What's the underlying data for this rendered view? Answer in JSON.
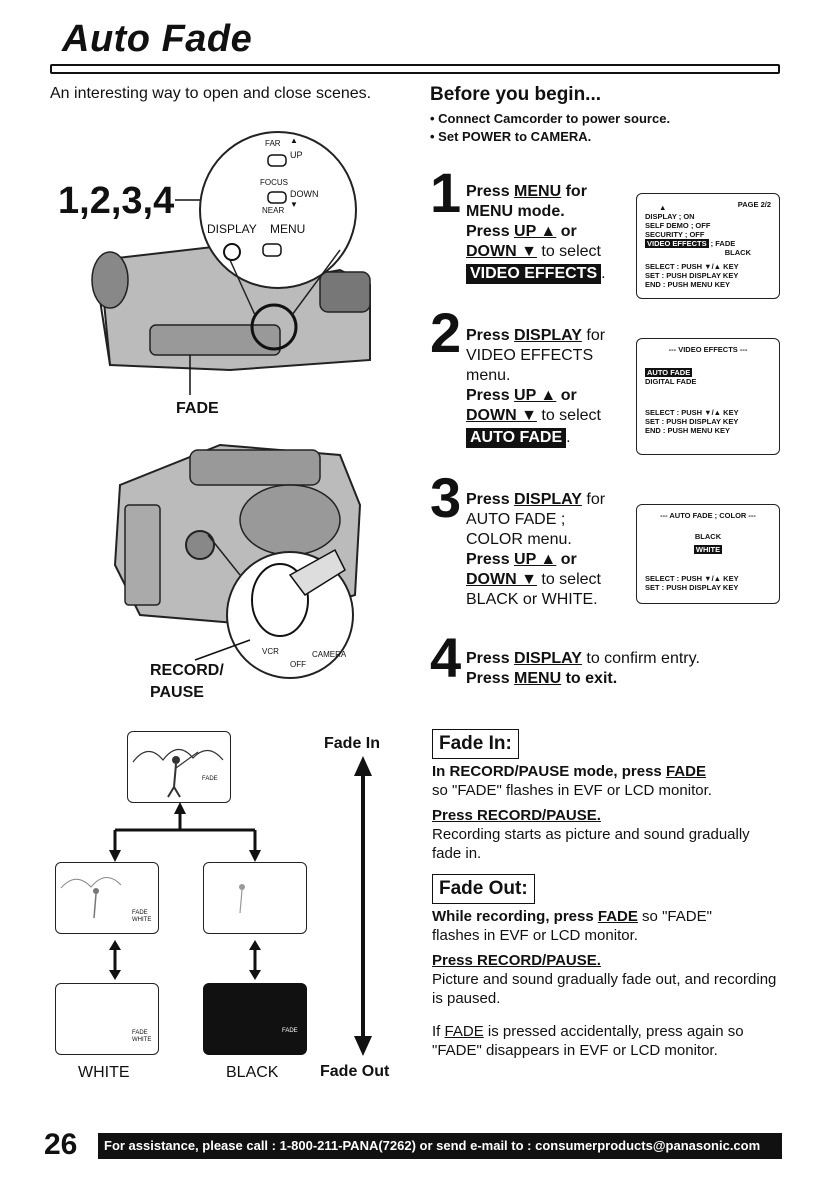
{
  "title": "Auto Fade",
  "intro": "An interesting way to open and close scenes.",
  "camera_labels": {
    "steps": "1,2,3,4",
    "far": "FAR",
    "up": "UP",
    "focus": "FOCUS",
    "down": "DOWN",
    "near": "NEAR",
    "display": "DISPLAY",
    "menu": "MENU",
    "fade": "FADE",
    "record_pause_1": "RECORD/",
    "record_pause_2": "PAUSE",
    "vcr": "VCR",
    "off": "OFF",
    "camera": "CAMERA"
  },
  "before": {
    "heading": "Before you begin...",
    "items": [
      "Connect Camcorder to power source.",
      "Set POWER to CAMERA."
    ]
  },
  "steps": [
    {
      "num": "1",
      "l1a": "Press ",
      "l1b": "MENU",
      "l1c": " for",
      "l2": "MENU mode.",
      "l3a": "Press ",
      "l3b": "UP ▲",
      "l3c": " or",
      "l4a": "DOWN ▼",
      "l4b": " to select",
      "hl": "VIDEO EFFECTS"
    },
    {
      "num": "2",
      "l1a": "Press ",
      "l1b": "DISPLAY",
      "l1c": " for",
      "l2": "VIDEO EFFECTS",
      "l3": "menu.",
      "l4a": "Press ",
      "l4b": "UP ▲",
      "l4c": " or",
      "l5a": "DOWN ▼",
      "l5b": " to select",
      "hl": "AUTO FADE"
    },
    {
      "num": "3",
      "l1a": "Press ",
      "l1b": "DISPLAY",
      "l1c": " for",
      "l2": "AUTO FADE ;",
      "l3": "COLOR menu.",
      "l4a": "Press ",
      "l4b": "UP ▲",
      "l4c": " or",
      "l5a": "DOWN ▼",
      "l5b": " to select",
      "l6": "BLACK or WHITE."
    },
    {
      "num": "4",
      "l1a": "Press ",
      "l1b": "DISPLAY",
      "l1c": " to confirm entry.",
      "l2a": "Press ",
      "l2b": "MENU",
      "l2c": " to exit."
    }
  ],
  "screen1": {
    "page": "PAGE 2/2",
    "arrow": "▲",
    "rows": [
      "DISPLAY      ; ON",
      "SELF DEMO  ; OFF",
      "SECURITY    ; OFF"
    ],
    "hl_item": "VIDEO EFFECTS",
    "hl_val": " ; FADE",
    "val2": "BLACK",
    "foot": [
      "SELECT : PUSH ▼/▲ KEY",
      "SET      : PUSH DISPLAY KEY",
      "END      : PUSH MENU KEY"
    ]
  },
  "screen2": {
    "head": "--- VIDEO EFFECTS ---",
    "hl_item": "AUTO FADE",
    "item2": "DIGITAL FADE",
    "foot": [
      "SELECT : PUSH ▼/▲ KEY",
      "SET      : PUSH DISPLAY KEY",
      "END      : PUSH MENU KEY"
    ]
  },
  "screen3": {
    "head": "--- AUTO FADE ; COLOR ---",
    "item1": "BLACK",
    "hl_item": "WHITE",
    "foot": [
      "SELECT : PUSH ▼/▲ KEY",
      "SET      : PUSH DISPLAY KEY"
    ]
  },
  "diagram": {
    "fade_in": "Fade In",
    "fade_out": "Fade Out",
    "fade": "FADE",
    "fade_white": "FADE WHITE",
    "white": "WHITE",
    "black": "BLACK"
  },
  "fade_in": {
    "heading": "Fade In:",
    "p1a": "In RECORD/PAUSE mode, press ",
    "p1b": "FADE",
    "p1c": "so \"FADE\" flashes in EVF or LCD monitor.",
    "p2": "Press RECORD/PAUSE.",
    "p3": "Recording starts as picture and sound gradually fade in."
  },
  "fade_out": {
    "heading": "Fade Out:",
    "p1a": "While recording, press ",
    "p1b": "FADE",
    "p1c": " so \"FADE\"",
    "p1d": "flashes in EVF or LCD monitor.",
    "p2": "Press RECORD/PAUSE.",
    "p3": "Picture and sound gradually fade out, and recording is paused.",
    "p4a": "If ",
    "p4b": "FADE",
    "p4c": " is pressed accidentally, press again so \"FADE\" disappears in EVF or LCD monitor."
  },
  "footer": {
    "page": "26",
    "text": "For assistance, please call : 1-800-211-PANA(7262) or send e-mail to : consumerproducts@panasonic.com"
  }
}
